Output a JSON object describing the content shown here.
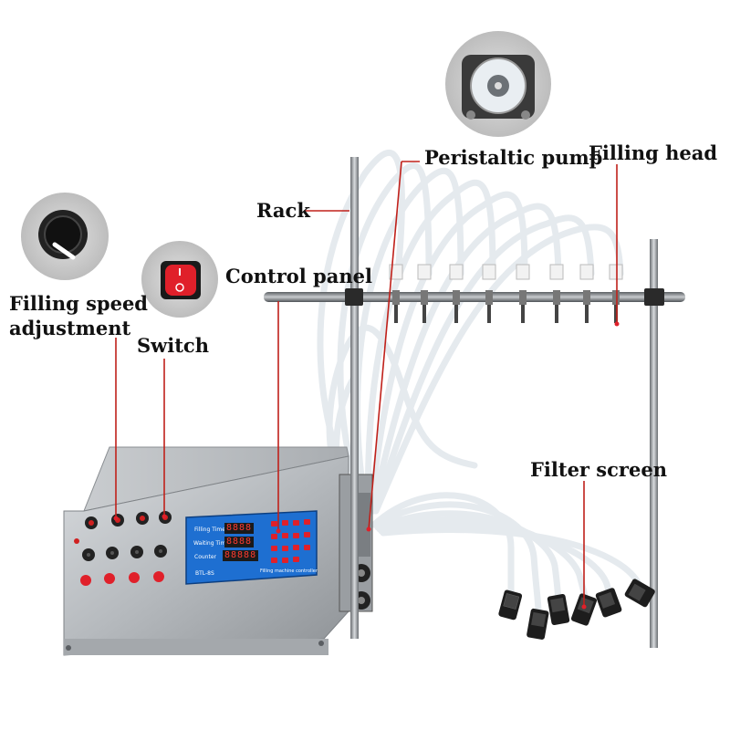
{
  "labels": {
    "peristaltic_pump": "Peristaltic pump",
    "filling_head": "Filling head",
    "rack": "Rack",
    "control_panel": "Control panel",
    "filling_speed_line1": "Filling speed",
    "filling_speed_line2": "adjustment",
    "switch": "Switch",
    "filter_screen": "Filter screen"
  },
  "panel": {
    "filling_time": "Filling Time",
    "waiting_time": "Waiting Time",
    "counter": "Counter",
    "brand": "BTL-8S",
    "caption": "Filling machine controller",
    "display_1": "8888",
    "display_2": "8888",
    "display_3": "88888"
  },
  "colors": {
    "leader_line": "#c0201a",
    "steel": "#b8bcc0",
    "panel_blue": "#1e6fd1",
    "indicator_red": "#e0202a",
    "tube": "#e4e9ee"
  }
}
